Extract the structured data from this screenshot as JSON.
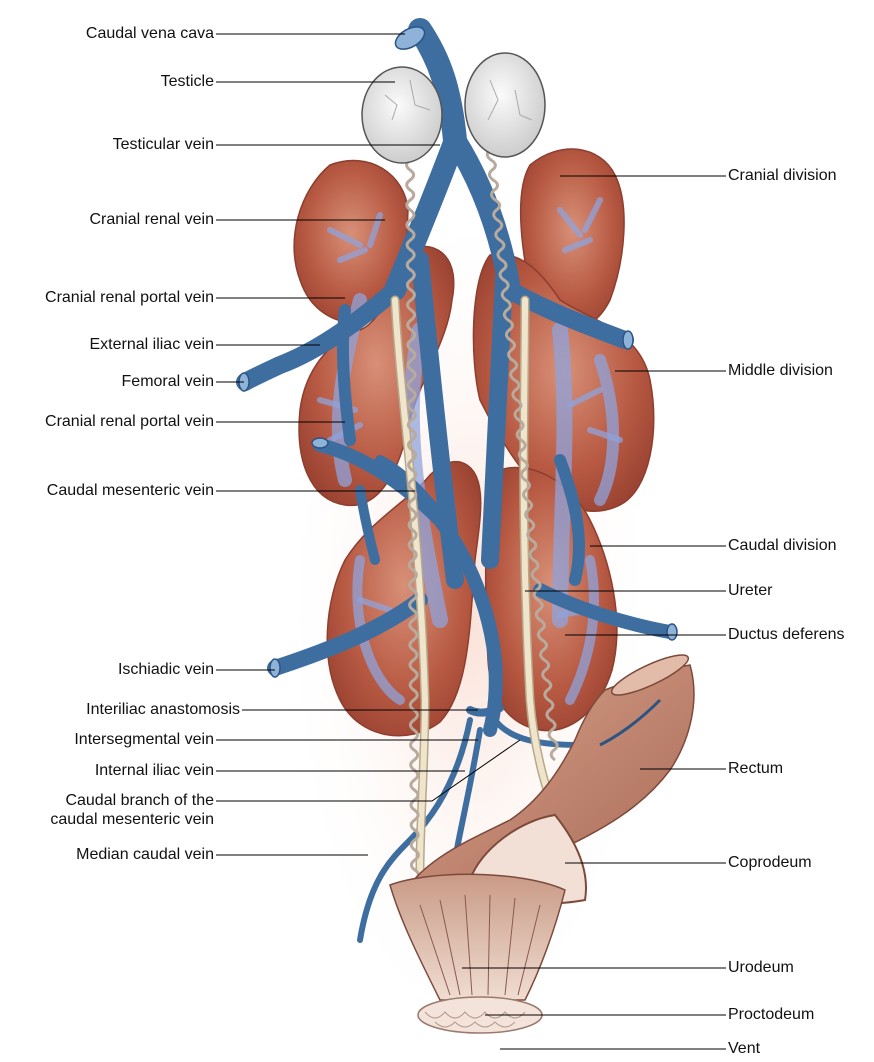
{
  "labels": {
    "caudal_vena_cava": "Caudal vena cava",
    "testicle": "Testicle",
    "testicular_vein": "Testicular vein",
    "cranial_renal_vein": "Cranial renal vein",
    "cranial_renal_portal_vein_1": "Cranial renal portal vein",
    "external_iliac_vein": "External iliac vein",
    "femoral_vein": "Femoral vein",
    "cranial_renal_portal_vein_2": "Cranial renal portal vein",
    "caudal_mesenteric_vein": "Caudal mesenteric vein",
    "ischiadic_vein": "Ischiadic vein",
    "interiliac_anastomosis": "Interiliac anastomosis",
    "intersegmental_vein": "Intersegmental vein",
    "internal_iliac_vein": "Internal iliac vein",
    "caudal_branch_line1": "Caudal branch of the",
    "caudal_branch_line2": "caudal mesenteric vein",
    "median_caudal_vein": "Median caudal vein",
    "cranial_division": "Cranial division",
    "middle_division": "Middle division",
    "caudal_division": "Caudal division",
    "ureter": "Ureter",
    "ductus_deferens": "Ductus deferens",
    "rectum": "Rectum",
    "coprodeum": "Coprodeum",
    "urodeum": "Urodeum",
    "proctodeum": "Proctodeum",
    "vent": "Vent"
  },
  "colors": {
    "kidney": "#b5533f",
    "kidney_light": "#c8745d",
    "vein": "#3e6ea0",
    "vein_dark": "#2c5482",
    "vein_overlay": "#8fa3dc",
    "testicle": "#e6e6e6",
    "rectum": "#c98e76",
    "duct": "#efe4cc",
    "leader": "#000000"
  }
}
